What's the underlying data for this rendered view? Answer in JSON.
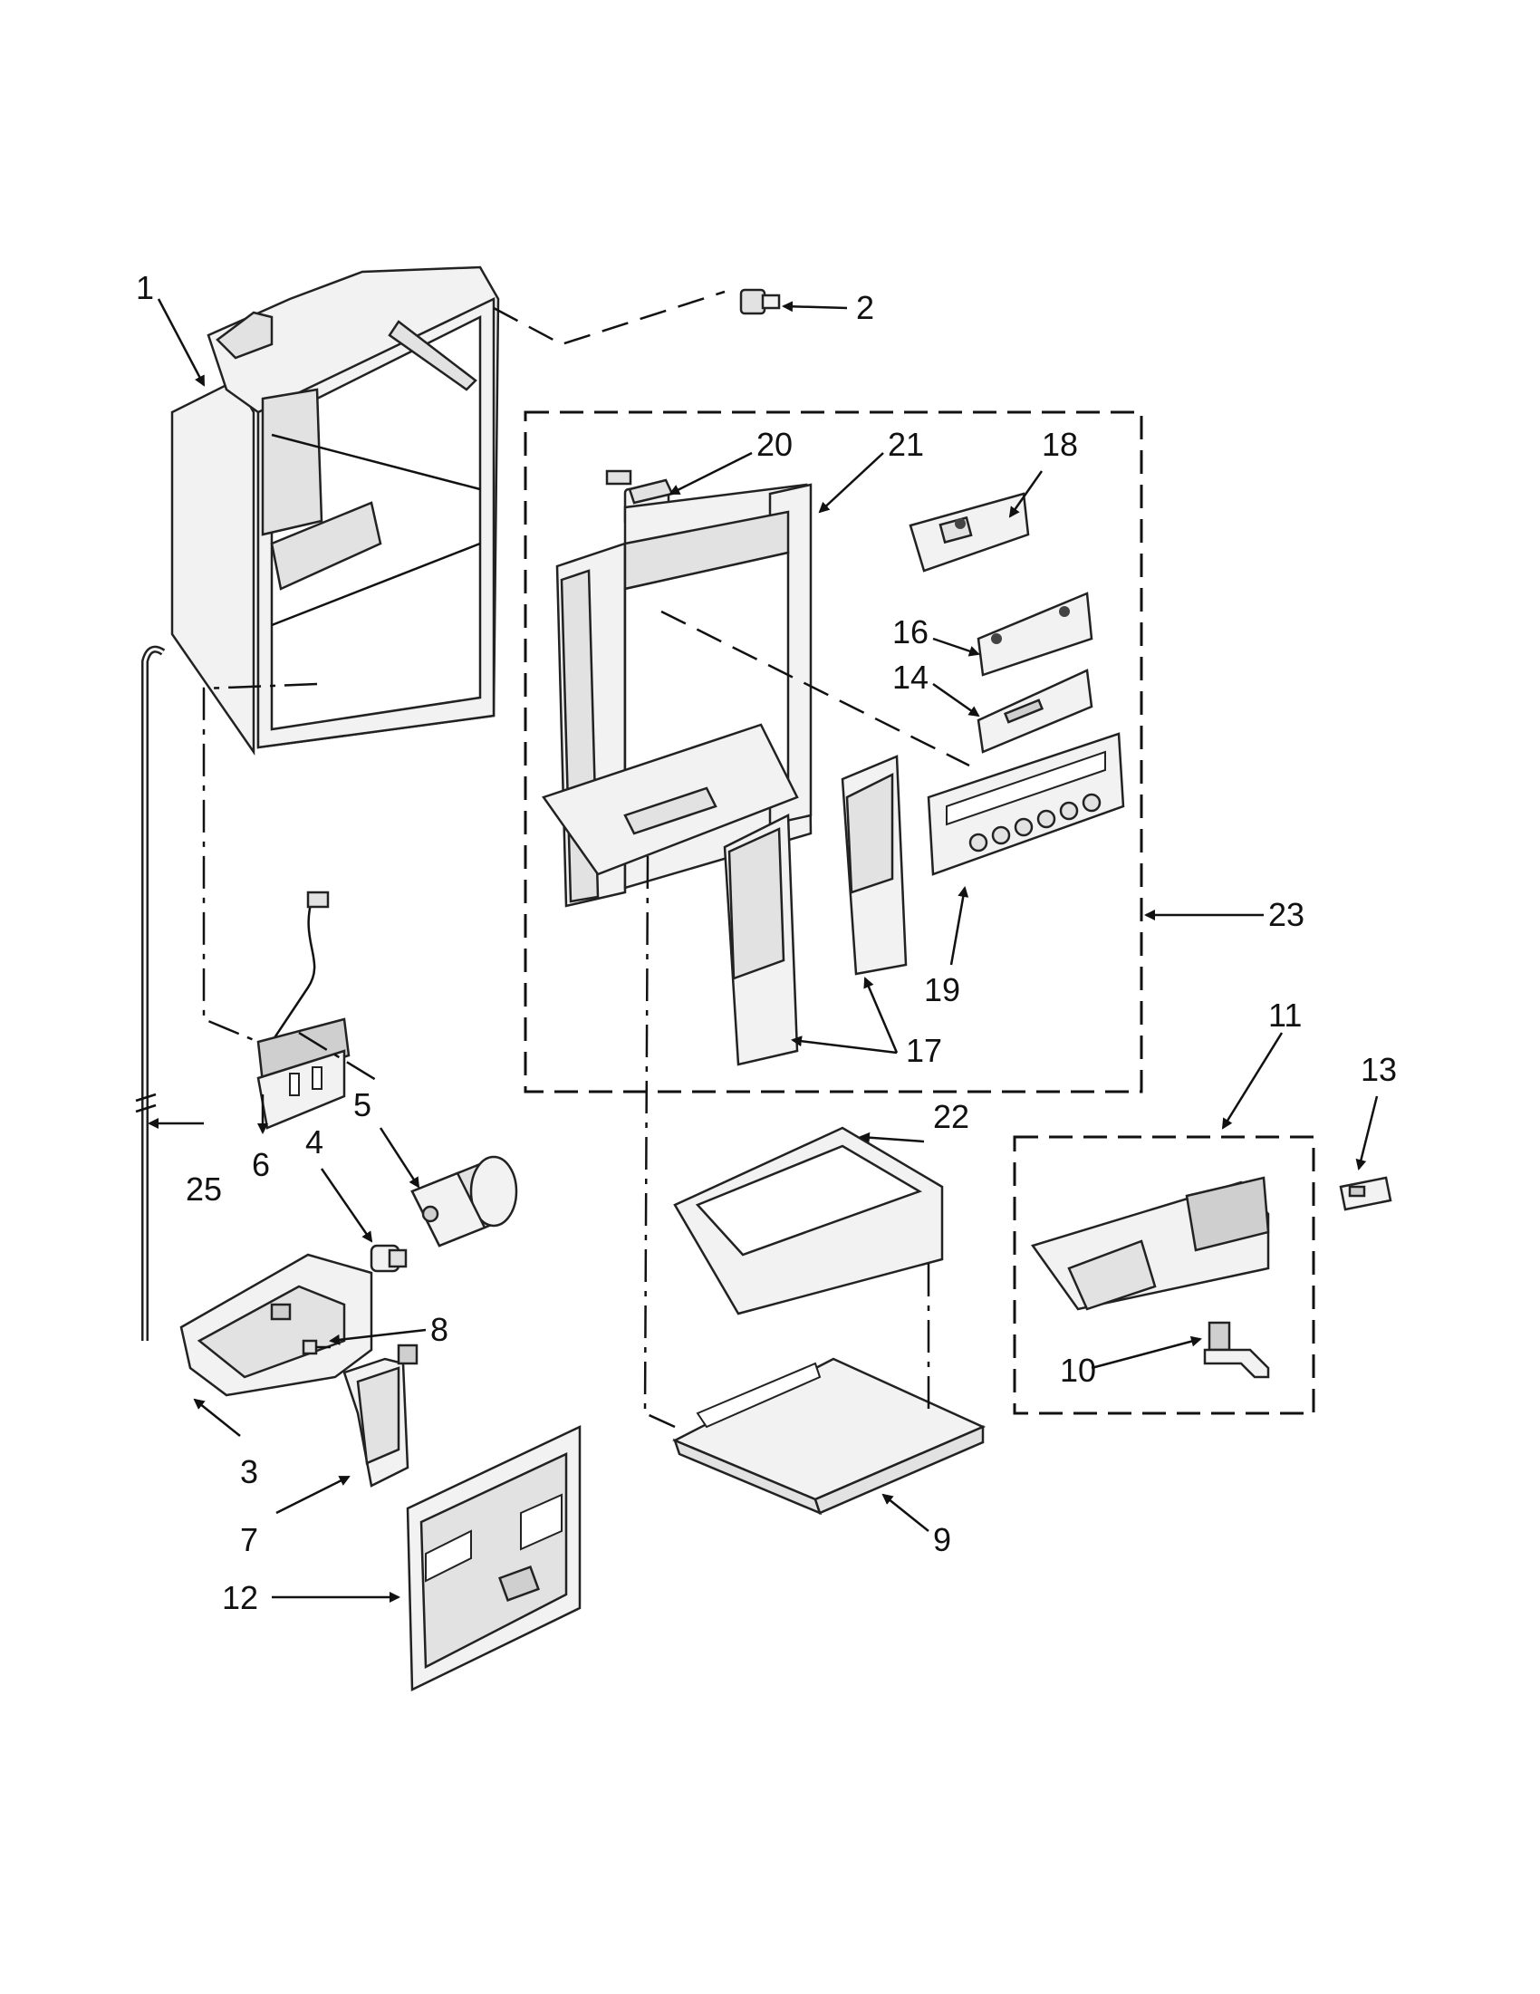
{
  "callouts": {
    "c1": "1",
    "c2": "2",
    "c3": "3",
    "c4": "4",
    "c5": "5",
    "c6": "6",
    "c7": "7",
    "c8": "8",
    "c9": "9",
    "c10": "10",
    "c11": "11",
    "c12": "12",
    "c13": "13",
    "c14": "14",
    "c16": "16",
    "c17": "17",
    "c18": "18",
    "c19": "19",
    "c20": "20",
    "c21": "21",
    "c22": "22",
    "c23": "23",
    "c25": "25"
  },
  "colors": {
    "line": "#111111",
    "part_fill": "#f2f2f2",
    "part_shade": "#cfcfcf"
  }
}
